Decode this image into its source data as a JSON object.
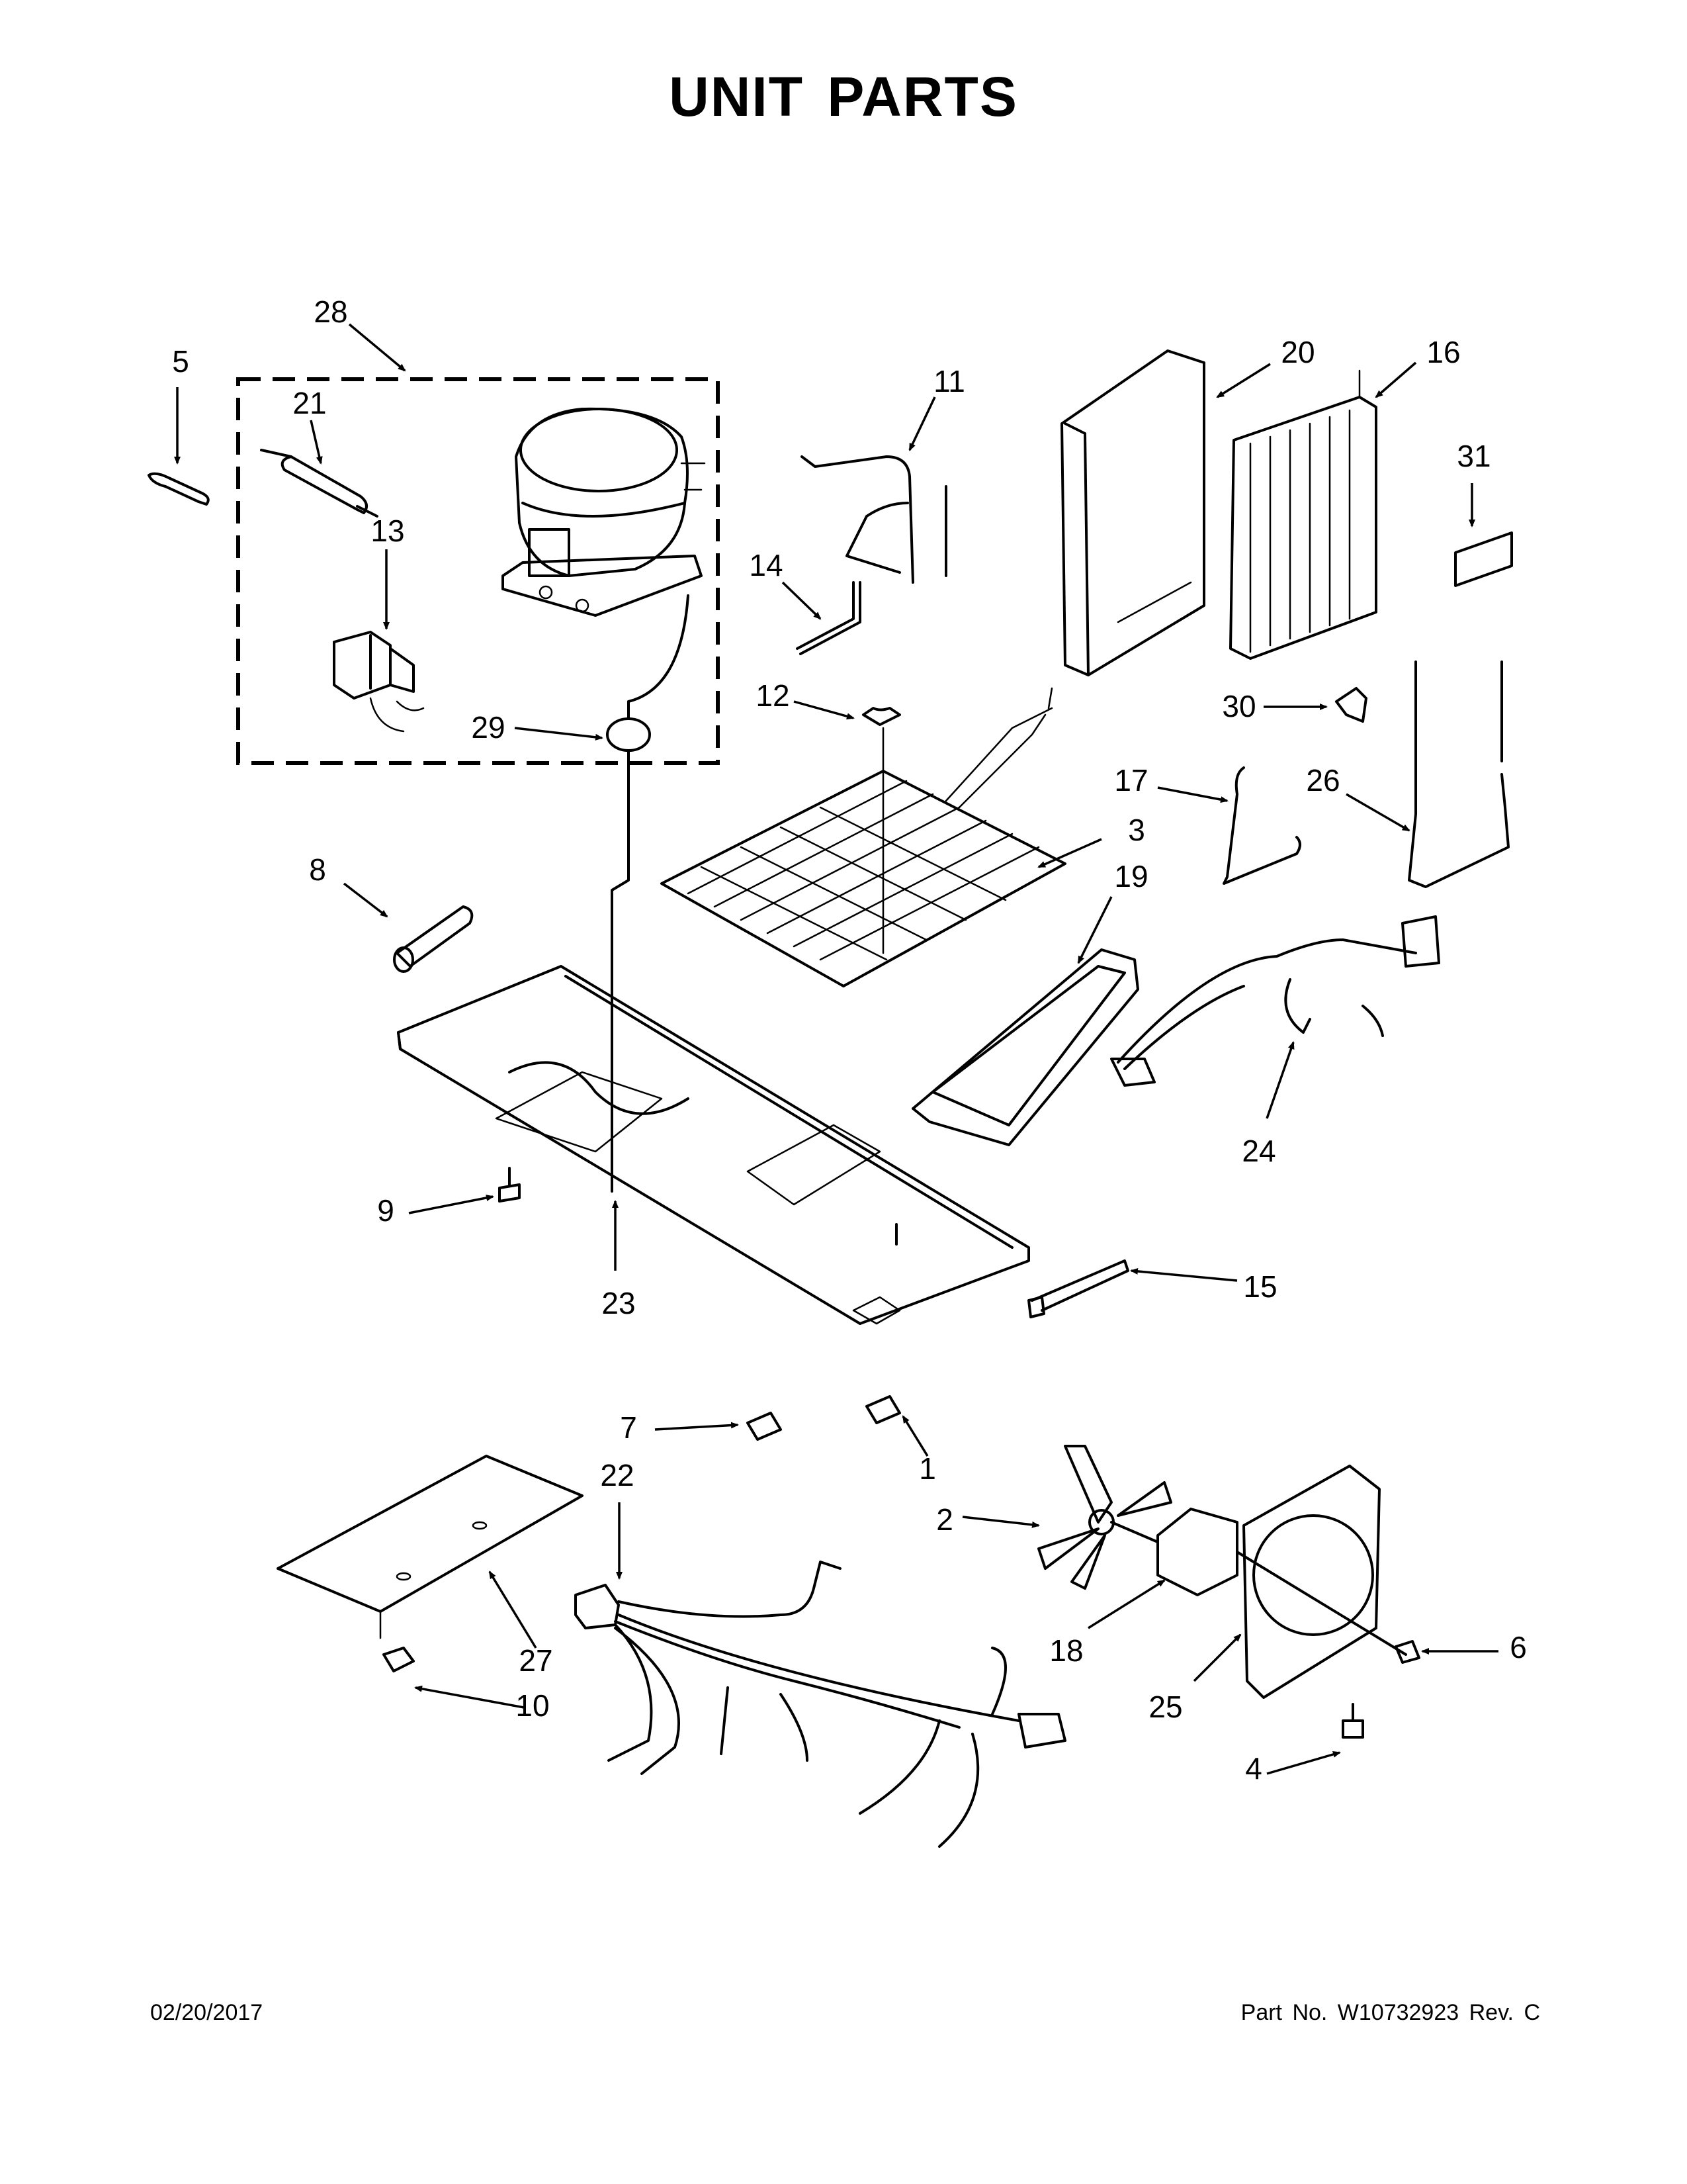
{
  "title": "UNIT PARTS",
  "footer": {
    "date": "02/20/2017",
    "part_number": "Part No.  W10732923  Rev. C"
  },
  "callouts": [
    "1",
    "2",
    "3",
    "4",
    "5",
    "6",
    "7",
    "8",
    "9",
    "10",
    "11",
    "12",
    "13",
    "14",
    "15",
    "16",
    "17",
    "18",
    "19",
    "20",
    "21",
    "22",
    "23",
    "24",
    "25",
    "26",
    "27",
    "28",
    "29",
    "30",
    "31"
  ],
  "colors": {
    "ink": "#000000",
    "paper": "#ffffff"
  }
}
